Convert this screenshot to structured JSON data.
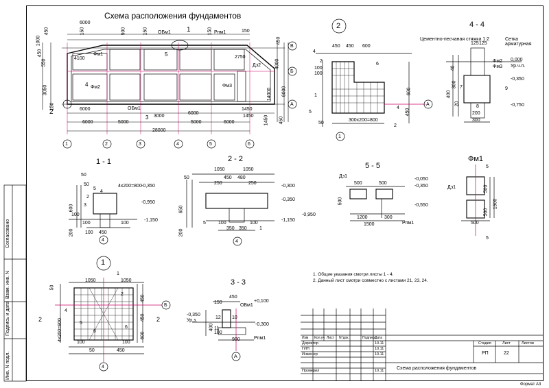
{
  "sheet": {
    "title": "Схема расположения фундаментов",
    "format": "Формат А3"
  },
  "plan": {
    "top_dims": [
      "6000",
      "450",
      "1000",
      "150",
      "900",
      "150",
      "150",
      "150"
    ],
    "left_dims": [
      "450",
      "550",
      "3050",
      "150"
    ],
    "bottom_dims": [
      "6000",
      "5000",
      "3000",
      "5000",
      "6000",
      "1450",
      "28000"
    ],
    "right_dims": [
      "450",
      "4000",
      "6000",
      "14000",
      "1450",
      "450"
    ],
    "axes_x": [
      "1",
      "2",
      "3",
      "4",
      "5",
      "6"
    ],
    "axes_y": [
      "В",
      "Б",
      "А"
    ],
    "labels": [
      "ОБм1",
      "Рпм1",
      "Фм1",
      "Фм2",
      "Фм3",
      "Дз2",
      "ОБм1",
      "4100",
      "2750",
      "6000",
      "1450",
      "6000",
      "5000",
      "3000",
      "5000"
    ],
    "cut_marks": [
      "1",
      "2",
      "3",
      "4",
      "5"
    ]
  },
  "section_2_detail": {
    "label": "2",
    "dims": [
      "450",
      "450",
      "600",
      "100",
      "100",
      "450",
      "600",
      "300x200=800",
      "50"
    ],
    "marks": [
      "2",
      "4",
      "5",
      "6",
      "1",
      "2",
      "4"
    ],
    "axis": "А",
    "axis_num": "1"
  },
  "section_4_4": {
    "label": "4 - 4",
    "notes": [
      "Цементно-песчаная стяжка 1:2",
      "Сетка арматурная"
    ],
    "dims": [
      "125",
      "125",
      "400",
      "300",
      "40",
      "20",
      "200",
      "300"
    ],
    "levels": [
      "0,000",
      "Ур.ч.п.",
      "-0,350",
      "-0,750"
    ],
    "marks": [
      "Фм2",
      "Фм3",
      "7",
      "9",
      "8"
    ]
  },
  "section_1_1": {
    "label": "1 - 1",
    "dims": [
      "50",
      "50",
      "4х200=800",
      "600",
      "100",
      "200",
      "100",
      "100",
      "450",
      "100"
    ],
    "levels": [
      "-0,350",
      "-0,950",
      "-1,150"
    ],
    "marks": [
      "5",
      "4",
      "2",
      "3"
    ],
    "axis": "4"
  },
  "section_2_2": {
    "label": "2 - 2",
    "dims": [
      "1050",
      "1050",
      "450",
      "480",
      "250",
      "250",
      "650",
      "200",
      "100",
      "350",
      "350",
      "100",
      "50"
    ],
    "levels": [
      "-0,300",
      "-0,350",
      "-0,950",
      "-1,150"
    ],
    "marks": [
      "5",
      "1"
    ],
    "axis": "4"
  },
  "section_5_5": {
    "label": "5 - 5",
    "dims": [
      "500",
      "500",
      "500",
      "1200",
      "300",
      "1500"
    ],
    "levels": [
      "-0,050",
      "-0,350",
      "-0,550"
    ],
    "marks": [
      "Дз1",
      "Рпм1"
    ]
  },
  "detail_fm1": {
    "label": "Фм1",
    "dims": [
      "500",
      "500",
      "1500",
      "500"
    ],
    "marks": [
      "Дз1",
      "5",
      "5"
    ]
  },
  "detail_1": {
    "label": "1",
    "dims": [
      "1050",
      "1050",
      "4х200=800",
      "450",
      "450",
      "600",
      "450",
      "100",
      "100",
      "50",
      "50"
    ],
    "marks": [
      "1",
      "2",
      "4",
      "5",
      "6",
      "6"
    ],
    "axis": "Б",
    "axis_num": "4",
    "side": "2"
  },
  "section_3_3": {
    "label": "3 - 3",
    "dims": [
      "450",
      "150",
      "400",
      "12",
      "10",
      "100",
      "900"
    ],
    "levels": [
      "-0,350",
      "Ур.з.",
      "+0,100",
      "-0,300"
    ],
    "marks": [
      "ОБм1",
      "11",
      "Рпм1"
    ],
    "axis": "А"
  },
  "notes": [
    "1. Общие указания смотри листы 1 - 4.",
    "2. Данный лист смотри совместно с листами 21, 23, 24."
  ],
  "stamp": {
    "col_headers": [
      "Изм",
      "Кол.уч",
      "Лист",
      "N°док.",
      "Подпись",
      "Дата"
    ],
    "roles": [
      "Директор",
      "ГИП",
      "Инженер",
      "Проверил"
    ],
    "dates": [
      "10.11",
      "10.11",
      "10.11",
      "10.11"
    ],
    "stage_header": "Стадия",
    "sheet_header": "Лист",
    "sheets_header": "Листов",
    "stage": "РП",
    "sheet_no": "22",
    "sheet_title": "Схема расположения фундаментов"
  },
  "side_stamp": {
    "fields": [
      "Согласовано",
      "Взам. инв. N",
      "Подпись и дата",
      "Инв. N подл."
    ]
  }
}
